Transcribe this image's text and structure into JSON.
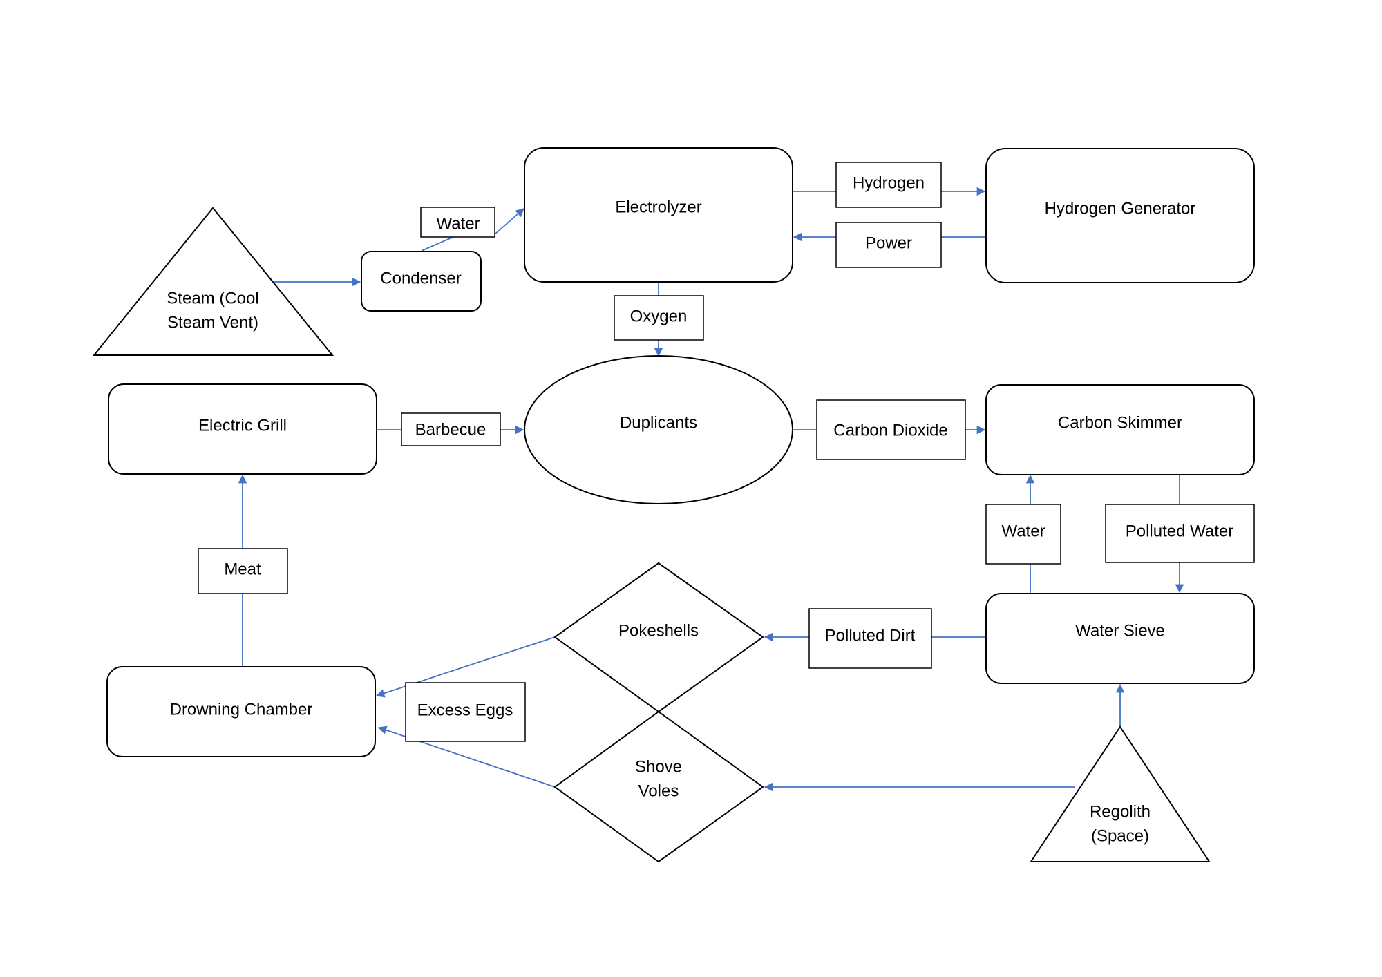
{
  "nodes": {
    "electrolyzer": "Electrolyzer",
    "hydrogen_generator": "Hydrogen Generator",
    "steam_vent_line1": "Steam (Cool",
    "steam_vent_line2": "Steam Vent)",
    "condenser": "Condenser",
    "duplicants": "Duplicants",
    "electric_grill": "Electric Grill",
    "carbon_skimmer": "Carbon Skimmer",
    "water_sieve": "Water Sieve",
    "pokeshells": "Pokeshells",
    "shove_voles_line1": "Shove",
    "shove_voles_line2": "Voles",
    "drowning_chamber": "Drowning Chamber",
    "regolith_line1": "Regolith",
    "regolith_line2": "(Space)"
  },
  "labels": {
    "hydrogen": "Hydrogen",
    "power": "Power",
    "water_condenser": "Water",
    "oxygen": "Oxygen",
    "barbecue": "Barbecue",
    "carbon_dioxide": "Carbon Dioxide",
    "water_sieve_to_skimmer": "Water",
    "polluted_water": "Polluted Water",
    "polluted_dirt": "Polluted Dirt",
    "meat": "Meat",
    "excess_eggs": "Excess Eggs"
  },
  "colors": {
    "connector": "#4472c4",
    "outline": "#000000",
    "background": "#ffffff"
  }
}
